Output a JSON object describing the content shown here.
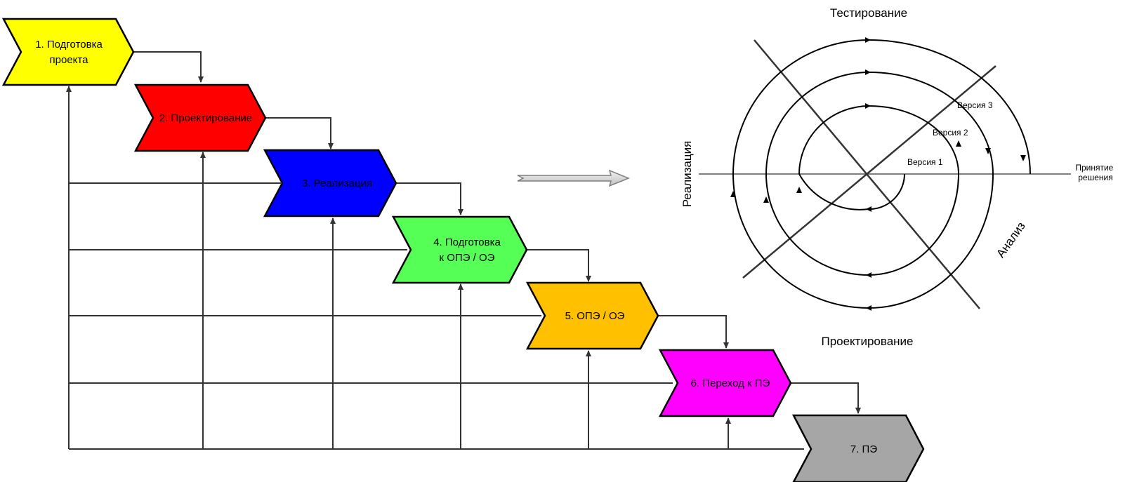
{
  "stages": [
    {
      "lines": [
        "1. Подготовка",
        "проекта"
      ],
      "color": "#ffff00"
    },
    {
      "lines": [
        "2. Проектирование"
      ],
      "color": "#ff0000"
    },
    {
      "lines": [
        "3. Реализация"
      ],
      "color": "#0000ff"
    },
    {
      "lines": [
        "4. Подготовка",
        "к ОПЭ / ОЭ"
      ],
      "color": "#55ff55"
    },
    {
      "lines": [
        "5. ОПЭ / ОЭ"
      ],
      "color": "#ffc000"
    },
    {
      "lines": [
        "6. Переход к ПЭ"
      ],
      "color": "#ff00ff"
    },
    {
      "lines": [
        "7. ПЭ"
      ],
      "color": "#a6a6a6"
    }
  ],
  "spiral": {
    "top_label": "Тестирование",
    "bottom_label": "Проектирование",
    "left_label": "Реализация",
    "right_label": "Анализ",
    "decision_lines": [
      "Принятие",
      "решения"
    ],
    "versions": [
      "Версия 1",
      "Версия 2",
      "Версия 3"
    ]
  }
}
